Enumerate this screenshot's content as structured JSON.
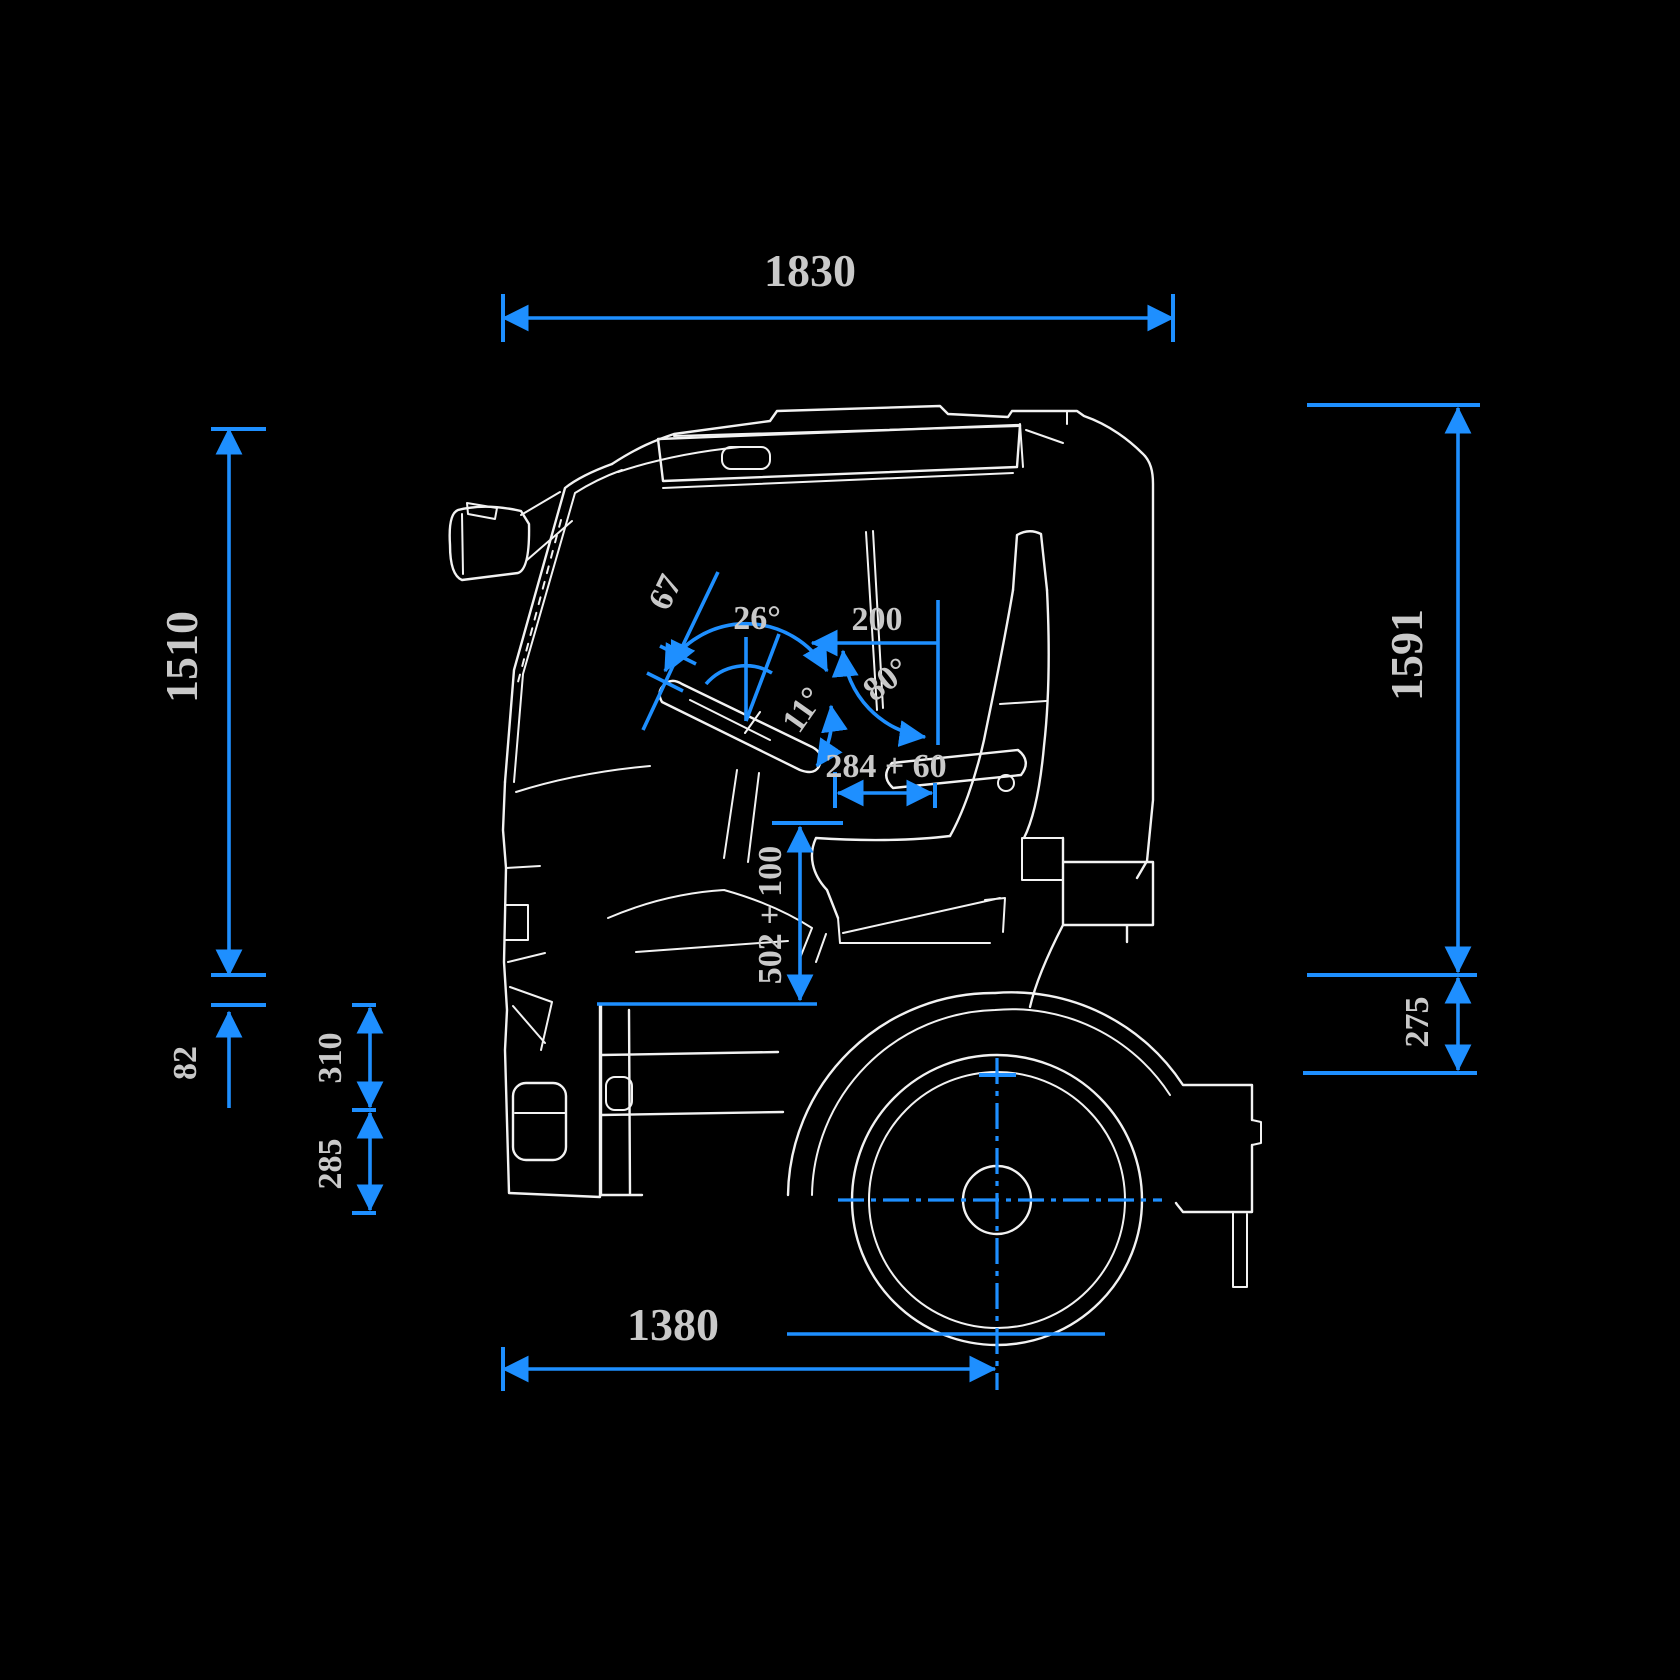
{
  "figure": {
    "type": "technical-drawing",
    "subject": "truck-cab-side-view-with-dimensions",
    "colors": {
      "background": "#000000",
      "dimension_blue": "#1e8fff",
      "outline_white": "#f2f2f2",
      "label_gray": "#c9c9c9"
    },
    "dimensions": {
      "top_overall_length": "1830",
      "left_cab_height": "1510",
      "right_overall_height": "1591",
      "left_floor_offset": "82",
      "left_upper_step": "310",
      "left_lower_step": "285",
      "right_frame_height": "275",
      "bottom_front_to_axle": "1380",
      "steering_wheel_adjust": "67",
      "steering_wheel_angle": "26°",
      "seat_dimension_200": "200",
      "backrest_angle": "80°",
      "steering_tilt_angle": "11°",
      "seat_travel": "284 + 60",
      "seat_height": "502 + 100"
    }
  }
}
